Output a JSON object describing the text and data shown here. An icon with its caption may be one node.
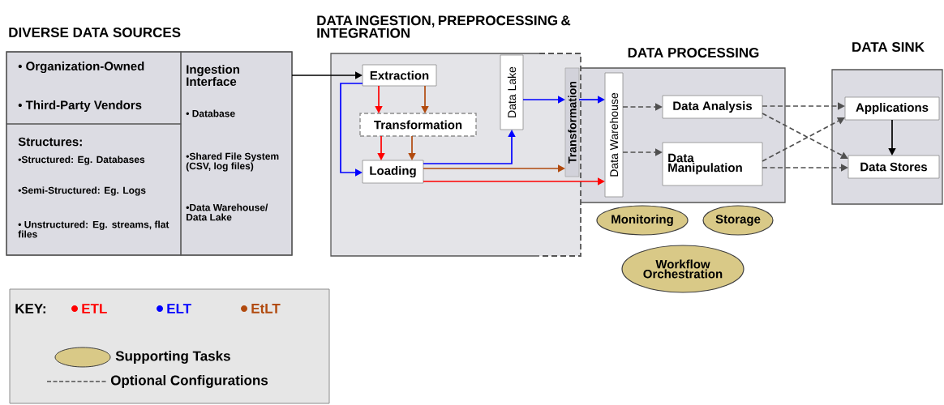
{
  "diagram": {
    "nodes": [
      {
        "text": [
          "DIVERSE DATA SOURCES"
        ]
      },
      {
        "text": [
          "• Organization-Owned",
          "• Third-Party Vendors"
        ],
        "in": 0
      },
      {
        "text": [
          "Structures:",
          "•Structured: Eg. Databases",
          "•Semi-Structured: Eg. Logs",
          "• Unstructured: Eg. streams, flat files"
        ],
        "in": 0
      },
      {
        "text": [
          "Ingestion Interface",
          "• Database",
          "•Shared File System (CSV, log files)",
          "•Data Warehouse/ Data Lake"
        ],
        "in": 0
      },
      {
        "text": [
          "DATA INGESTION, PREPROCESSING & INTEGRATION"
        ]
      },
      {
        "text": [
          "Extraction"
        ],
        "in": 4
      },
      {
        "text": [
          "Transformation"
        ],
        "in": 4
      },
      {
        "text": [
          "Loading"
        ],
        "in": 4
      },
      {
        "text": [
          "Data Lake"
        ],
        "in": 4
      },
      {
        "text": [
          "DATA PROCESSING"
        ]
      },
      {
        "text": [
          "Transformation"
        ],
        "in": 4
      },
      {
        "text": [
          "Data Warehouse"
        ],
        "in": 9
      },
      {
        "text": [
          "Data Analysis"
        ],
        "in": 9
      },
      {
        "text": [
          "Data Manipulation"
        ],
        "in": 9
      },
      {
        "text": [
          "Monitoring"
        ]
      },
      {
        "text": [
          "Storage"
        ]
      },
      {
        "text": [
          "Workflow Orchestration"
        ]
      },
      {
        "text": [
          "DATA SINK"
        ]
      },
      {
        "text": [
          "Applications"
        ],
        "in": 17
      },
      {
        "text": [
          "Data Stores"
        ],
        "in": 17
      }
    ],
    "edges": [
      {
        "from": 3,
        "to": 5,
        "arrow": "to",
        "color": "#000000"
      },
      {
        "from": 5,
        "to": 6,
        "arrow": "to",
        "color": "#ff0000"
      },
      {
        "from": 5,
        "to": 6,
        "arrow": "to",
        "color": "#b14a0e"
      },
      {
        "from": 6,
        "to": 7,
        "arrow": "to",
        "color": "#ff0000"
      },
      {
        "from": 6,
        "to": 7,
        "arrow": "to",
        "color": "#b14a0e"
      },
      {
        "from": 5,
        "to": 7,
        "arrow": "to",
        "color": "#0000ff"
      },
      {
        "from": 7,
        "to": 8,
        "arrow": "to",
        "color": "#0000ff"
      },
      {
        "from": 8,
        "to": 10,
        "arrow": "to",
        "color": "#0000ff"
      },
      {
        "from": 7,
        "to": 10,
        "arrow": "to",
        "color": "#b14a0e"
      },
      {
        "from": 7,
        "to": 11,
        "arrow": "to",
        "color": "#ff0000"
      },
      {
        "from": 10,
        "to": 11,
        "arrow": "to",
        "color": "#0000ff"
      },
      {
        "from": 11,
        "to": 12,
        "arrow": "to",
        "style": "dashed"
      },
      {
        "from": 11,
        "to": 13,
        "arrow": "to",
        "style": "dashed"
      },
      {
        "from": 12,
        "to": 18,
        "arrow": "to",
        "style": "dashed"
      },
      {
        "from": 12,
        "to": 19,
        "arrow": "to",
        "style": "dashed"
      },
      {
        "from": 13,
        "to": 18,
        "arrow": "to",
        "style": "dashed"
      },
      {
        "from": 13,
        "to": 19,
        "arrow": "to",
        "style": "dashed"
      },
      {
        "from": 18,
        "to": 19,
        "arrow": "to",
        "color": "#000000"
      }
    ],
    "labels": [
      "KEY:"
    ],
    "legend": [
      {
        "text": "ETL",
        "color": "#ff0000"
      },
      {
        "text": "ELT",
        "color": "#0000ff"
      },
      {
        "text": "EtLT",
        "color": "#b14a0e"
      },
      {
        "text": "Supporting Tasks"
      },
      {
        "text": "Optional Configurations"
      }
    ]
  }
}
